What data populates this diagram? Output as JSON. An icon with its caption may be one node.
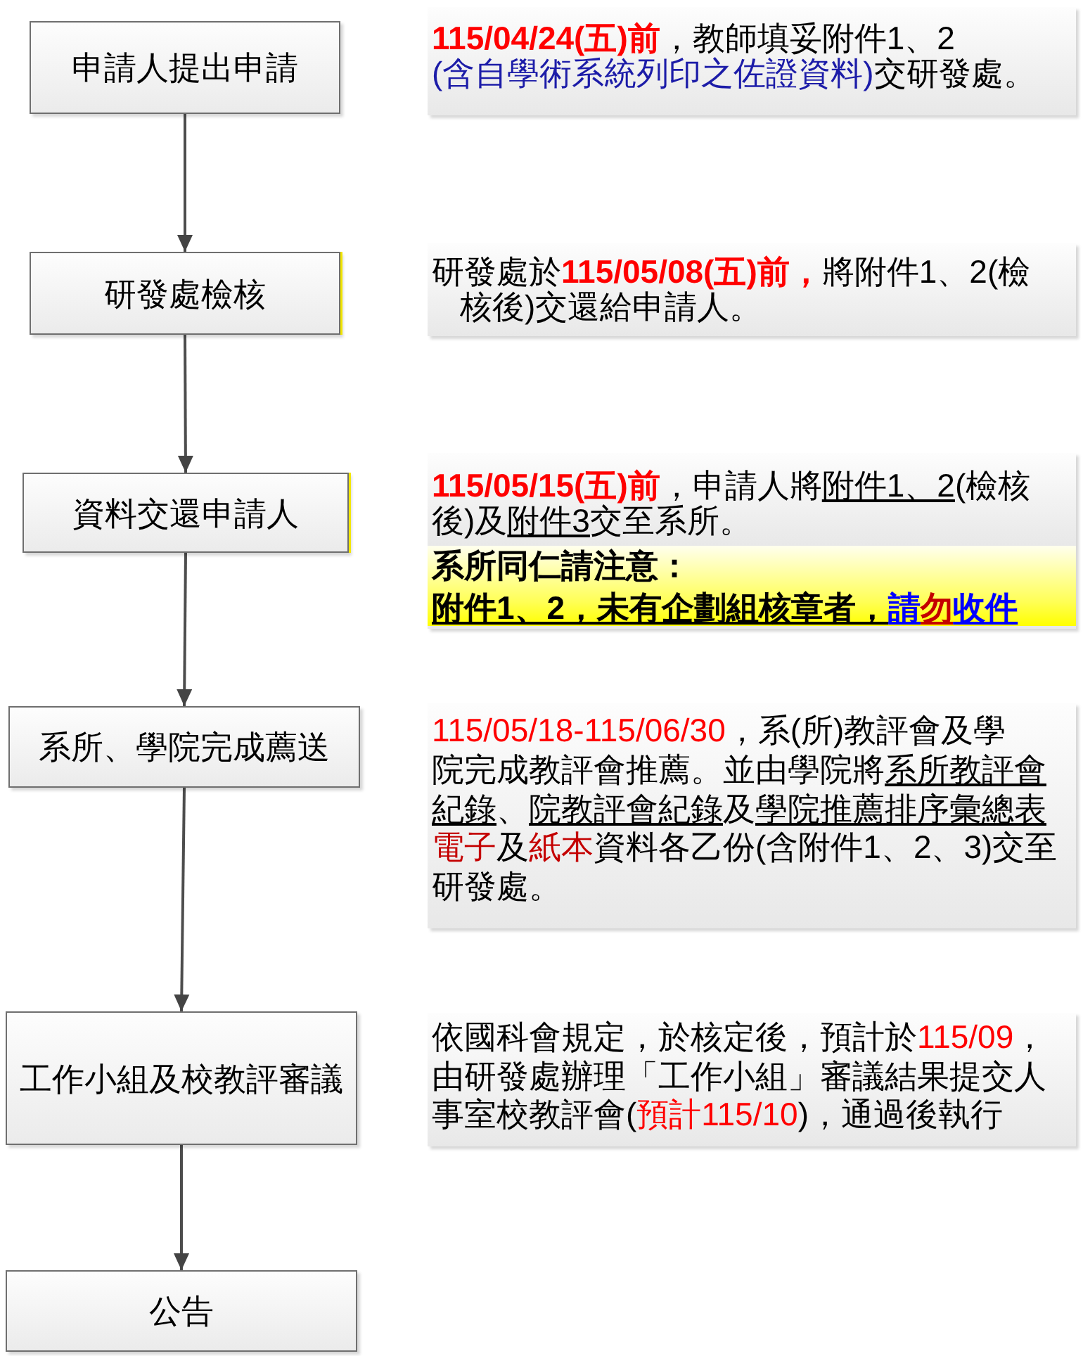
{
  "diagram": {
    "nodes": [
      {
        "text": [
          "申請人提出申請"
        ]
      },
      {
        "text": [
          "**115/04/24(五)前**，教師填妥附件1、2(含自學術系統列印之佐證資料)交研發處。"
        ]
      },
      {
        "text": [
          "研發處檢核"
        ]
      },
      {
        "text": [
          "研發處於**115/05/08(五)前，**將附件1、2(檢核後)交還給申請人。"
        ]
      },
      {
        "text": [
          "資料交還申請人"
        ]
      },
      {
        "text": [
          "**115/05/15(五)前**，申請人將附件1、2(檢核後)及附件3交至系所。"
        ]
      },
      {
        "text": [
          "系所同仁請注意：",
          "附件1、2，未有企劃組核章者，請勿收件"
        ],
        "in": 5
      },
      {
        "text": [
          "系所、學院完成薦送"
        ]
      },
      {
        "text": [
          "115/05/18-115/06/30，系(所)教評會及學院完成教評會推薦。並由學院將系所教評會紀錄、院教評會紀錄及學院推薦排序彙總表電子及紙本資料各乙份(含附件1、2、3)交至研發處。"
        ]
      },
      {
        "text": [
          "工作小組及校教評審議"
        ]
      },
      {
        "text": [
          "依國科會規定，於核定後，預計於115/09，由研發處辦理「工作小組」審議結果提交人事室校教評會(預計115/10)，通過後執行"
        ]
      },
      {
        "text": [
          "公告"
        ]
      }
    ],
    "edges": [
      {
        "from": 0,
        "to": 2,
        "arrow": "to"
      },
      {
        "from": 2,
        "to": 4,
        "arrow": "to"
      },
      {
        "from": 4,
        "to": 7,
        "arrow": "to"
      },
      {
        "from": 7,
        "to": 9,
        "arrow": "to"
      },
      {
        "from": 9,
        "to": 11,
        "arrow": "to"
      }
    ]
  }
}
